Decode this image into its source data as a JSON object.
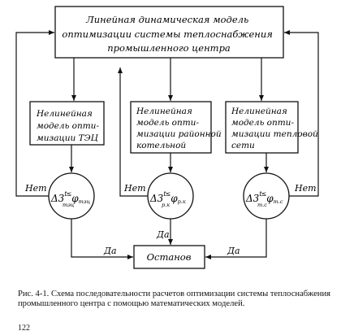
{
  "top_box": {
    "lines": [
      "Линейная динамическая модель",
      "оптимизации системы теплоснабжения",
      "промышленного центра"
    ]
  },
  "models": [
    {
      "lines": [
        "Нелинейная",
        "модель опти-",
        "мизации ТЭЦ"
      ]
    },
    {
      "lines": [
        "Нелинейная",
        "модель опти-",
        "мизации районной",
        "котельной"
      ]
    },
    {
      "lines": [
        "Нелинейная",
        "модель опти-",
        "мизации тепловой",
        "сети"
      ]
    }
  ],
  "conditions": [
    {
      "main": "Δ3",
      "sup": "t",
      "sub": "тэц",
      "le": "≤",
      "phi": "φ",
      "phi_sub": "тэц"
    },
    {
      "main": "Δ3",
      "sup": "t",
      "sub": "р.к",
      "le": "≤",
      "phi": "φ",
      "phi_sub": "р.к"
    },
    {
      "main": "Δ3",
      "sup": "t",
      "sub": "т.с",
      "le": "≤",
      "phi": "φ",
      "phi_sub": "т.с"
    }
  ],
  "labels": {
    "no": "Нет",
    "yes": "Да"
  },
  "stop_box": {
    "label": "Останов"
  },
  "caption": "Рис. 4-1. Схема последовательности расчетов оптимизации системы теплоснабжения промышленного центра с помощью математических моделей.",
  "page_number": "122"
}
